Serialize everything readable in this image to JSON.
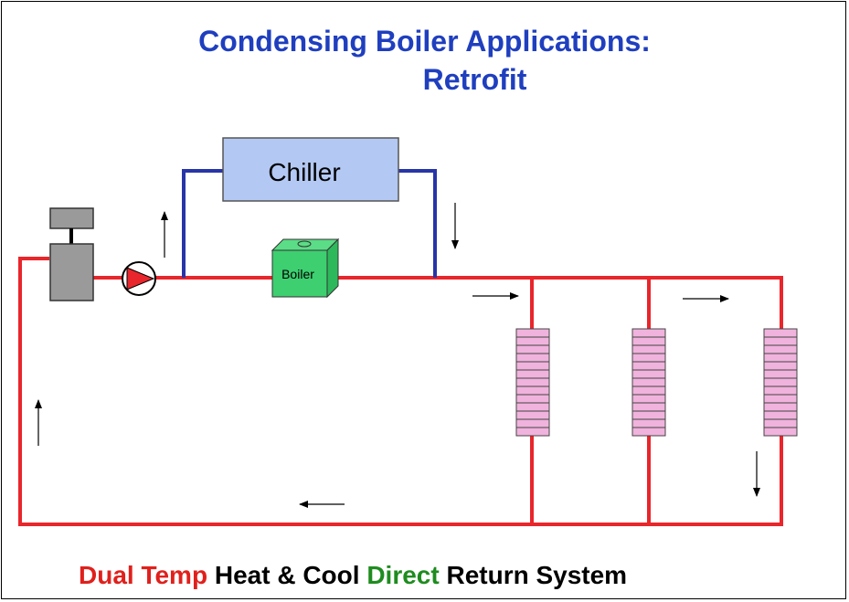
{
  "title": {
    "line1": "Condensing Boiler Applications:",
    "line2": "Retrofit"
  },
  "labels": {
    "chiller": "Chiller",
    "boiler": "Boiler"
  },
  "caption": {
    "part1": "Dual Temp",
    "part2": "Heat & Cool",
    "part3": "Direct",
    "part4": "Return System"
  },
  "colors": {
    "title": "#1f3fbf",
    "supply_pipe": "#e8262b",
    "chiller_pipe": "#2835a8",
    "chiller_fill": "#b3c8f2",
    "boiler_fill": "#3dcf70",
    "radiator_fill": "#f0b3dd",
    "tank_fill": "#9a9a9a",
    "caption_red": "#e0201c",
    "caption_black": "#000000",
    "caption_green": "#1e8c1e"
  }
}
